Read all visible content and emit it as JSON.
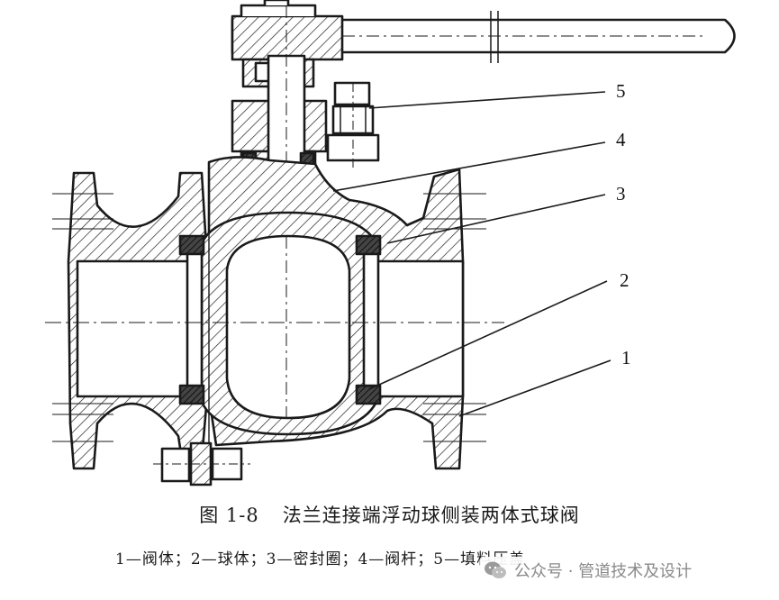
{
  "figure": {
    "callouts": [
      "5",
      "4",
      "3",
      "2",
      "1"
    ],
    "caption_number": "图 1-8",
    "caption_title": "法兰连接端浮动球侧装两体式球阀",
    "legend": "1—阀体；2—球体；3—密封圈；4—阀杆；5—填料压盖"
  },
  "watermark": {
    "text": "公众号 · 管道技术及设计",
    "icon": "wechat-icon"
  }
}
